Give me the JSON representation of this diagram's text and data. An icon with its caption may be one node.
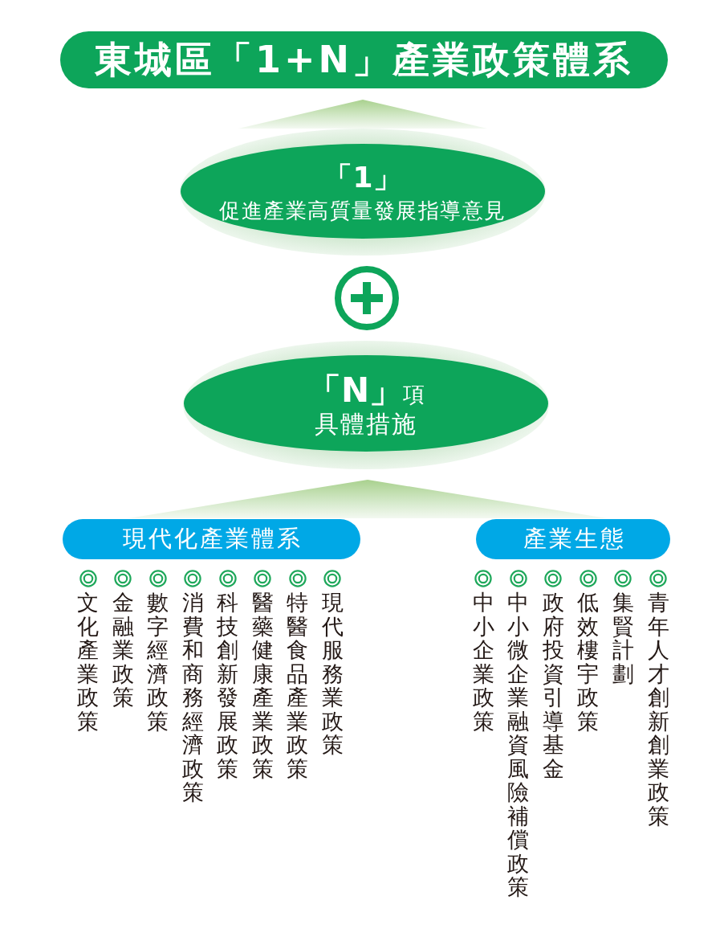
{
  "diagram": {
    "title": "東城區「1+N」產業政策體系",
    "nodes": [
      {
        "text": [],
        "shape": "triangle"
      },
      {
        "text": [
          "「1」",
          "促進產業高質量發展指導意見"
        ]
      },
      {
        "text": [
          "**「N」**項",
          "具體措施"
        ]
      },
      {
        "text": [],
        "shape": "triangle"
      },
      {
        "text": [
          "現代化產業體系"
        ],
        "beside": [
          "現代服務業政策",
          "特醫食品產業政策",
          "醫藥健康產業政策",
          "科技創新發展政策",
          "消費和商務經濟政策",
          "數字經濟政策",
          "金融業政策",
          "文化產業政策"
        ]
      },
      {
        "text": [
          "產業生態"
        ],
        "beside": [
          "青年人才創新創業政策",
          "集賢計劃",
          "低效樓宇政策",
          "政府投資引導基金",
          "中小微企業融資風險補償政策",
          "中小企業政策"
        ]
      }
    ]
  }
}
